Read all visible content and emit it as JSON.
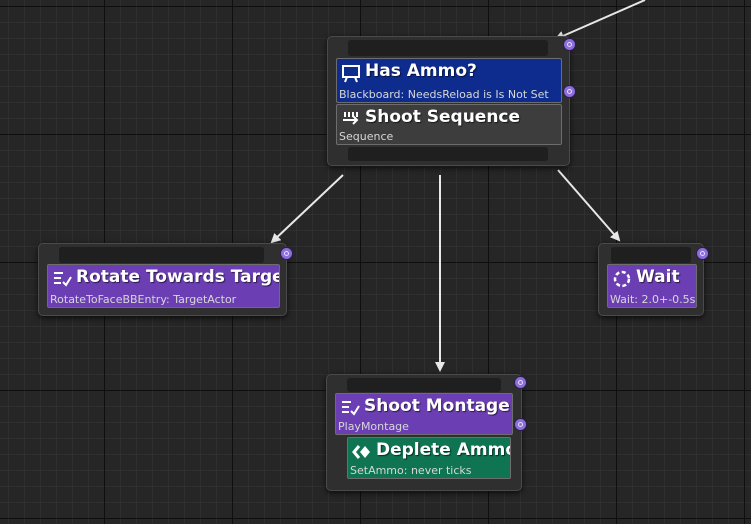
{
  "nodes": {
    "root": {
      "decorator": {
        "title": "Has Ammo?",
        "subtitle": "Blackboard: NeedsReload is Is Not Set"
      },
      "composite": {
        "title": "Shoot Sequence",
        "subtitle": "Sequence"
      }
    },
    "rotate": {
      "title": "Rotate Towards Target",
      "subtitle": "RotateToFaceBBEntry: TargetActor"
    },
    "wait": {
      "title": "Wait",
      "subtitle": "Wait: 2.0+-0.5s"
    },
    "shoot": {
      "task": {
        "title": "Shoot Montage",
        "subtitle": "PlayMontage"
      },
      "service": {
        "title": "Deplete Ammo",
        "subtitle": "SetAmmo: never ticks"
      }
    }
  },
  "icons": {
    "decorator": "blackboard-board-icon",
    "composite": "sequence-arrows-icon",
    "task": "task-list-icon",
    "wait": "wait-circle-icon",
    "service": "service-diamond-icon",
    "breakpoint": "breakpoint-icon"
  },
  "colors": {
    "decorator": "#0e2c8e",
    "composite": "#3d3d3d",
    "task": "#6b3fb3",
    "service": "#0e7452",
    "wire": "#e8e8e8",
    "breakpoint": "#8c6fd8"
  }
}
